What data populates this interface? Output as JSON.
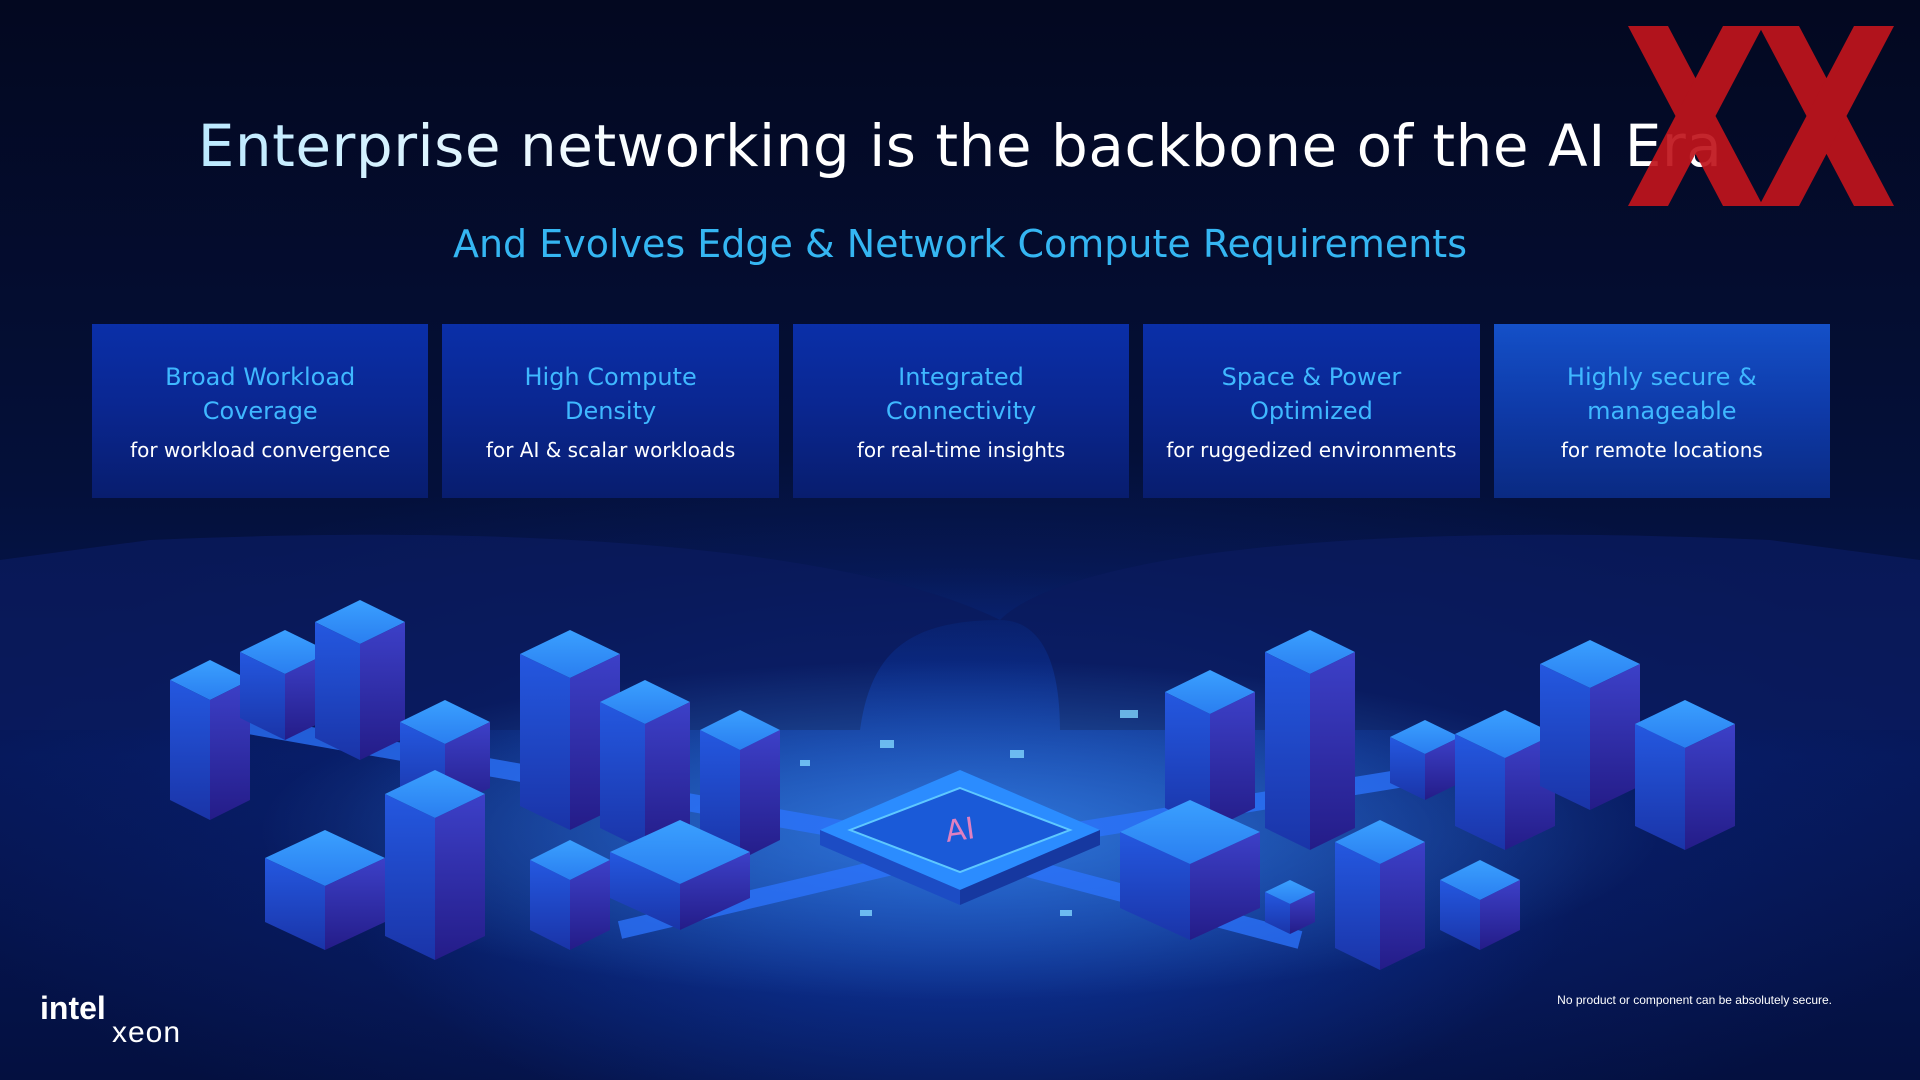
{
  "slide": {
    "title": "Enterprise networking is the backbone of the AI Era",
    "subtitle": "And Evolves Edge & Network Compute Requirements",
    "cards": [
      {
        "title_lines": [
          "Broad Workload Coverage"
        ],
        "desc": "for workload convergence"
      },
      {
        "title_lines": [
          "High Compute",
          "Density"
        ],
        "desc": "for AI & scalar workloads"
      },
      {
        "title_lines": [
          "Integrated",
          "Connectivity"
        ],
        "desc": "for real-time insights"
      },
      {
        "title_lines": [
          "Space & Power Optimized"
        ],
        "desc": "for ruggedized environments"
      },
      {
        "title_lines": [
          "Highly secure &",
          "manageable"
        ],
        "desc": "for remote locations"
      }
    ],
    "chip_label": "AI",
    "disclaimer": "No product or component can be absolutely secure."
  },
  "logo": {
    "brand": "intel",
    "product": "xeon"
  },
  "watermark": {
    "icon": "xx-watermark-icon",
    "color": "#c0141c"
  },
  "colors": {
    "accent": "#35b6f2",
    "card": "#0a2792",
    "background": "#030b2a"
  }
}
